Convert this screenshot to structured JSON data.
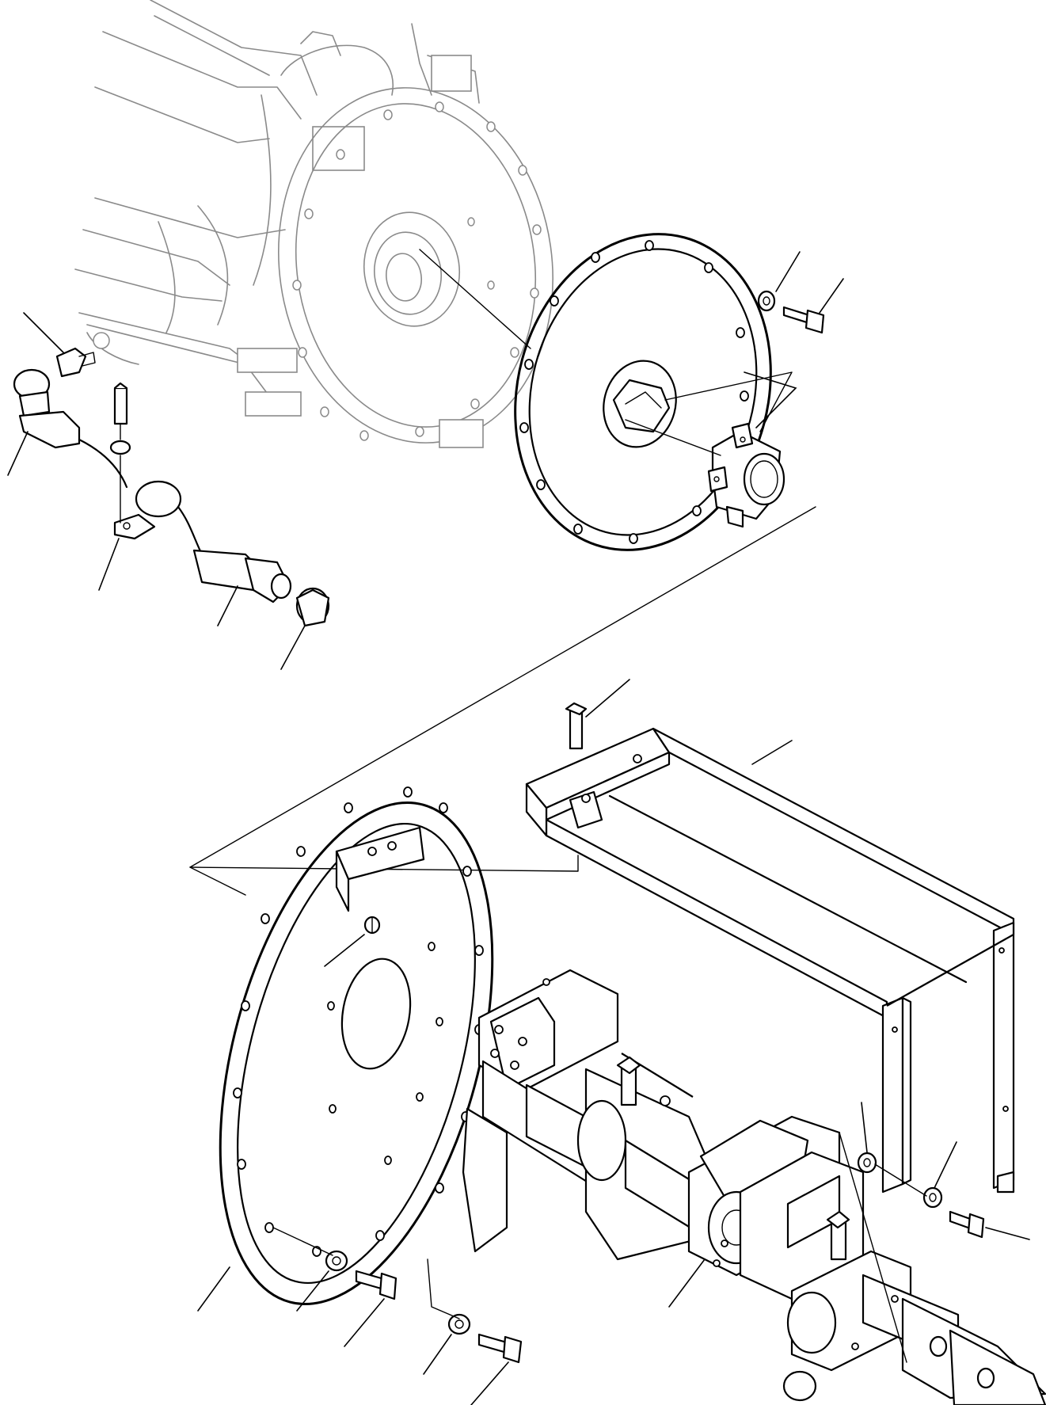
{
  "diagram": {
    "callouts": [
      {
        "id": "washer-upper-right"
      },
      {
        "id": "bolt-upper-right"
      },
      {
        "id": "coupling-hub"
      },
      {
        "id": "sensor-top-left"
      },
      {
        "id": "connector-cable-left"
      },
      {
        "id": "cable-clamp"
      },
      {
        "id": "connector-cable-lower"
      },
      {
        "id": "cap"
      },
      {
        "id": "bolt-frame"
      },
      {
        "id": "support-frame"
      },
      {
        "id": "nut-plate"
      },
      {
        "id": "adapter-plate"
      },
      {
        "id": "washer-plate-1"
      },
      {
        "id": "bolt-plate-1"
      },
      {
        "id": "washer-plate-2"
      },
      {
        "id": "bolt-plate-2"
      },
      {
        "id": "hydraulic-pump"
      },
      {
        "id": "washer-frame-1"
      },
      {
        "id": "washer-frame-2"
      },
      {
        "id": "bolt-frame-right"
      }
    ]
  }
}
